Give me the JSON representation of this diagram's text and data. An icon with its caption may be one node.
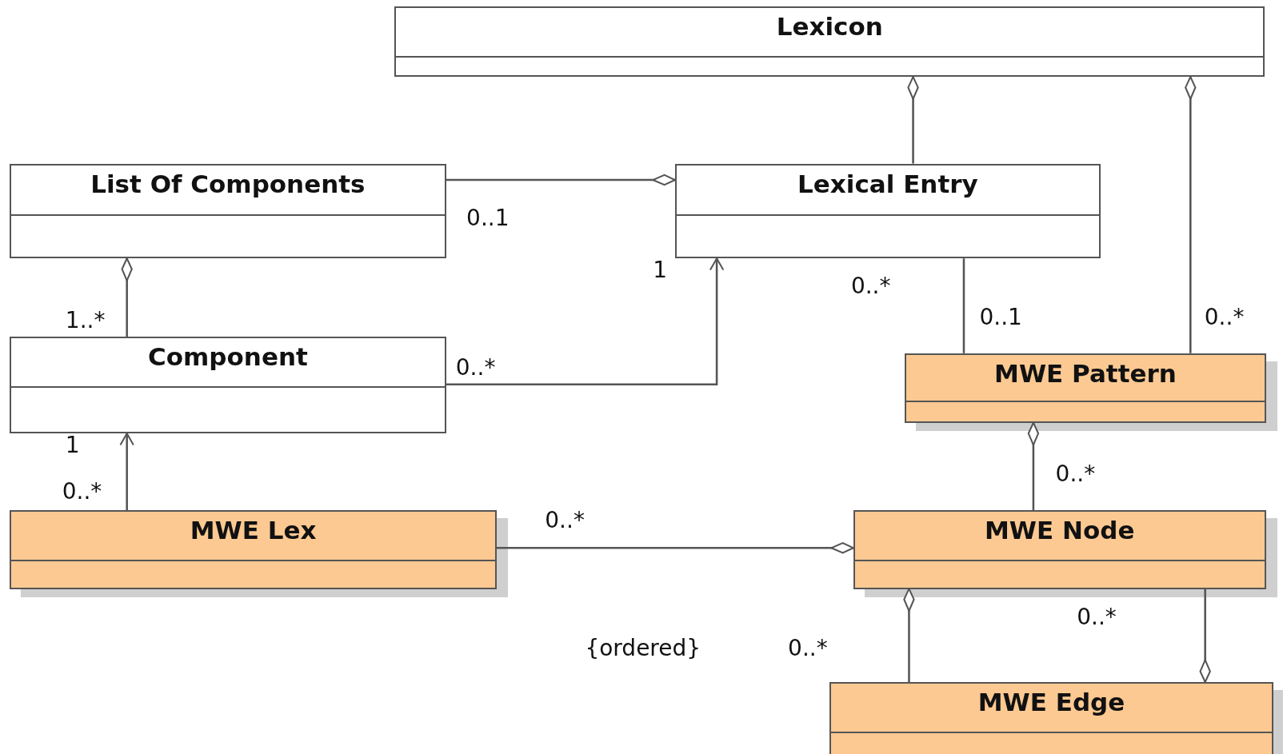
{
  "diagram": {
    "nodes": [
      {
        "text": [
          "Lexicon"
        ]
      },
      {
        "text": [
          "List Of Components"
        ]
      },
      {
        "text": [
          "Lexical Entry"
        ]
      },
      {
        "text": [
          "Component"
        ]
      },
      {
        "text": [
          "MWE Pattern"
        ]
      },
      {
        "text": [
          "MWE Lex"
        ]
      },
      {
        "text": [
          "MWE Node"
        ]
      },
      {
        "text": [
          "MWE Edge"
        ]
      }
    ],
    "edges": [
      {
        "from": 0,
        "to": 2,
        "arrow": "other"
      },
      {
        "from": 0,
        "to": 4,
        "arrow": "other"
      },
      {
        "from": 2,
        "to": 1,
        "arrow": "other"
      },
      {
        "from": 1,
        "to": 3,
        "arrow": "other"
      },
      {
        "from": 3,
        "to": 2,
        "arrow": "to"
      },
      {
        "from": 2,
        "to": 4,
        "arrow": "none"
      },
      {
        "from": 5,
        "to": 3,
        "arrow": "to"
      },
      {
        "from": 4,
        "to": 6,
        "arrow": "other"
      },
      {
        "from": 6,
        "to": 5,
        "arrow": "other"
      },
      {
        "from": 6,
        "to": 7,
        "arrow": "other"
      },
      {
        "from": 7,
        "to": 6,
        "arrow": "other"
      }
    ],
    "labels": [
      "0..1",
      "1",
      "0..*",
      "1..*",
      "0..1",
      "0..*",
      "0..*",
      "1",
      "0..*",
      "0..*",
      "0..*",
      "0..*",
      "{ordered}",
      "0..*"
    ]
  }
}
